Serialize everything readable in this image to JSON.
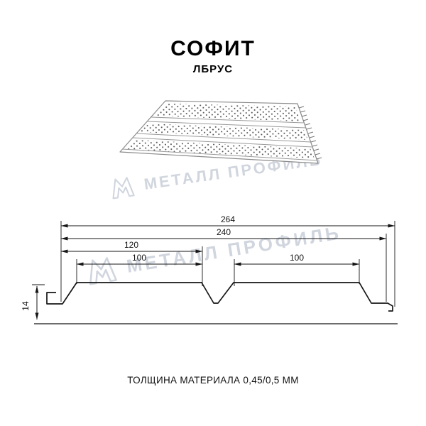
{
  "header": {
    "title": "СОФИТ",
    "subtitle": "ЛБРУС"
  },
  "watermark": {
    "text": "МЕТАЛЛ ПРОФИЛЬ",
    "color": "#aab4c4"
  },
  "drawing": {
    "dimensions": {
      "overall_width": "264",
      "cover_width": "240",
      "module_width": "120",
      "plank_left": "100",
      "plank_right": "100",
      "profile_height": "14"
    }
  },
  "footer": {
    "text": "ТОЛЩИНА МАТЕРИАЛА 0,45/0,5 ММ"
  }
}
